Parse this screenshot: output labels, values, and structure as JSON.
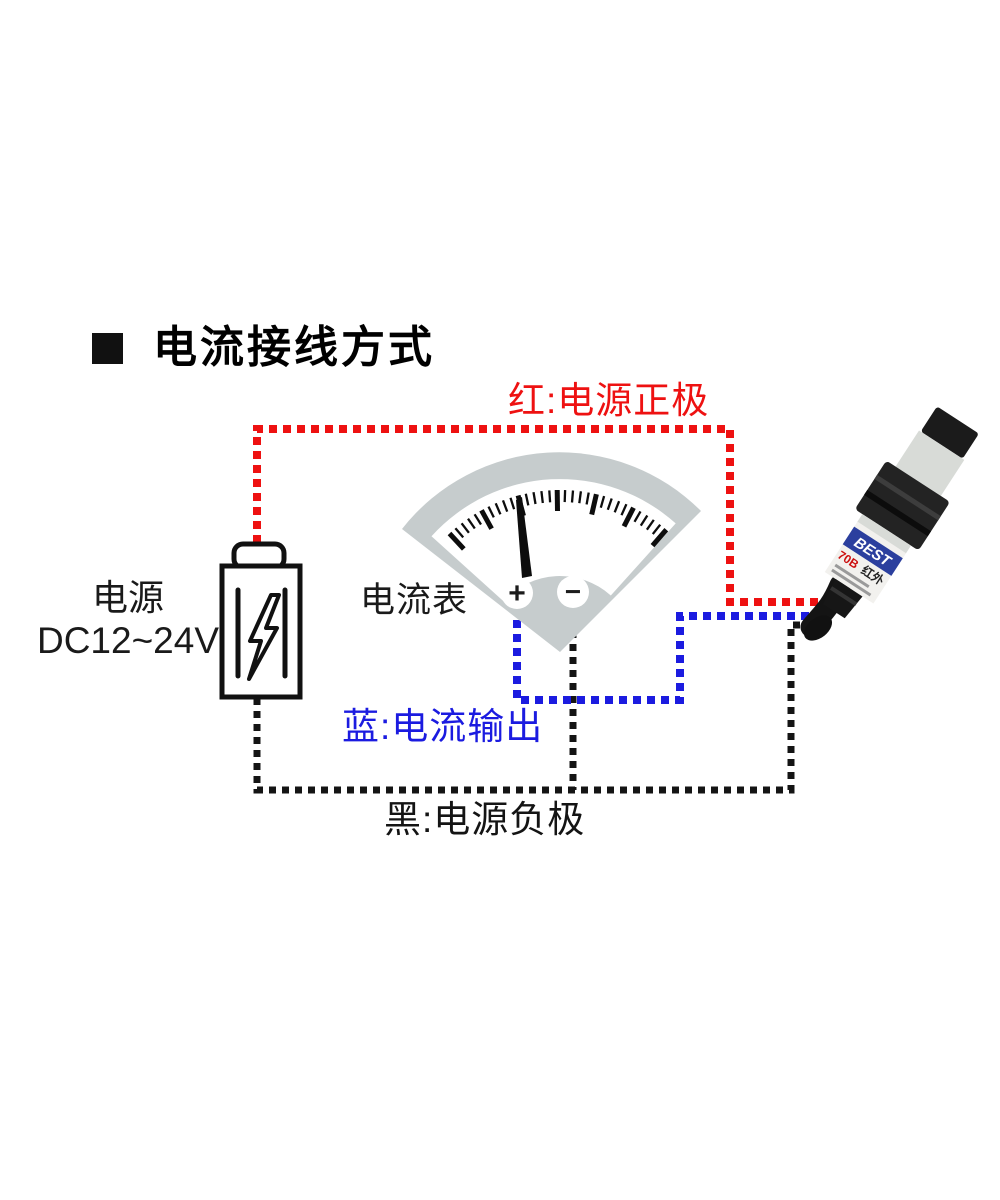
{
  "title": {
    "bullet_icon": "black-square",
    "text": "电流接线方式"
  },
  "diagram": {
    "wires": [
      {
        "id": "red",
        "label": "红:电源正极",
        "color": "#ee1111",
        "meaning": "power positive"
      },
      {
        "id": "blue",
        "label": "蓝:电流输出",
        "color": "#1b1be0",
        "meaning": "current output"
      },
      {
        "id": "black",
        "label": "黑:电源负极",
        "color": "#141414",
        "meaning": "power negative"
      }
    ],
    "power_supply": {
      "label_line1": "电源",
      "label_line2": "DC12~24V"
    },
    "ammeter": {
      "label": "电流表",
      "terminal_plus": "+",
      "terminal_minus": "−"
    },
    "sensor": {
      "brand": "BEST",
      "model_red": "70B",
      "model_text": "红外"
    }
  },
  "labels": {
    "red_wire": "红:电源正极",
    "blue_wire": "蓝:电流输出",
    "black_wire": "黑:电源负极",
    "ammeter": "电流表",
    "power_line1": "电源",
    "power_line2": "DC12~24V",
    "plus": "+",
    "minus": "−",
    "sensor_brand": "BEST",
    "sensor_model_red": "70B",
    "sensor_model_text": "红外"
  },
  "colors": {
    "wire_red": "#ee1111",
    "wire_blue": "#1b1be0",
    "wire_black": "#141414",
    "meter_gray": "#c6cccd",
    "sensor_band_blue": "#2b3f9e",
    "background": "#ffffff"
  }
}
